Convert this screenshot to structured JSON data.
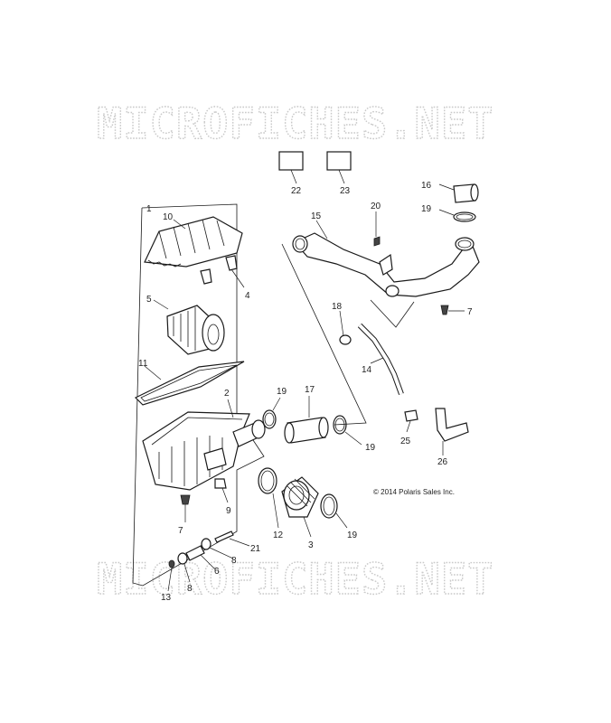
{
  "watermark": {
    "top": "MICROFICHES.NET",
    "bottom": "MICROFICHES.NET"
  },
  "copyright": "© 2014 Polaris Sales Inc.",
  "callouts": [
    "1",
    "10",
    "4",
    "5",
    "11",
    "2",
    "9",
    "7",
    "12",
    "3",
    "19",
    "21",
    "8",
    "6",
    "13",
    "8",
    "22",
    "23",
    "16",
    "19",
    "20",
    "15",
    "7",
    "18",
    "14",
    "19",
    "17",
    "25",
    "26",
    "19"
  ]
}
